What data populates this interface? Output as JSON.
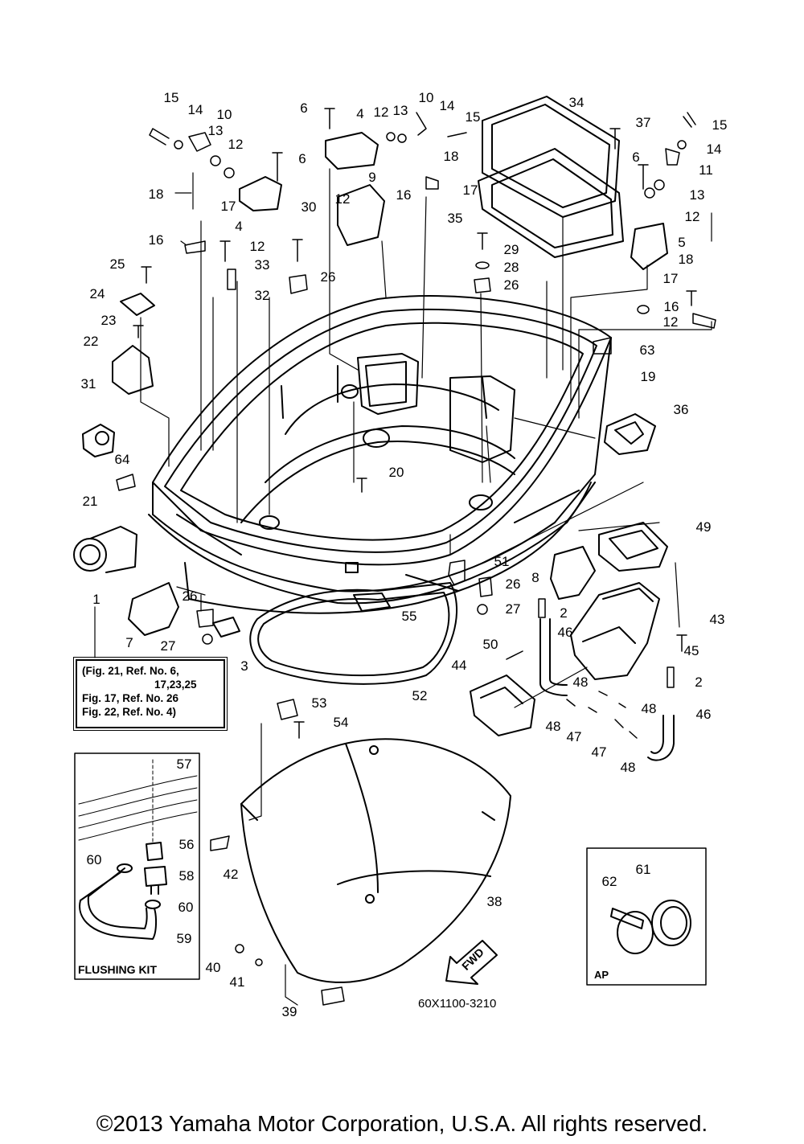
{
  "callouts": [
    {
      "id": "c15a",
      "text": "15"
    },
    {
      "id": "c14a",
      "text": "14"
    },
    {
      "id": "c10a",
      "text": "10"
    },
    {
      "id": "c13a",
      "text": "13"
    },
    {
      "id": "c12a",
      "text": "12"
    },
    {
      "id": "c6a",
      "text": "6"
    },
    {
      "id": "c18a",
      "text": "18"
    },
    {
      "id": "c17a",
      "text": "17"
    },
    {
      "id": "c4a",
      "text": "4"
    },
    {
      "id": "c12b",
      "text": "12"
    },
    {
      "id": "c16a",
      "text": "16"
    },
    {
      "id": "c33",
      "text": "33"
    },
    {
      "id": "c30",
      "text": "30"
    },
    {
      "id": "c25",
      "text": "25"
    },
    {
      "id": "c32",
      "text": "32"
    },
    {
      "id": "c26a",
      "text": "26"
    },
    {
      "id": "c24",
      "text": "24"
    },
    {
      "id": "c23",
      "text": "23"
    },
    {
      "id": "c22",
      "text": "22"
    },
    {
      "id": "c31",
      "text": "31"
    },
    {
      "id": "c64",
      "text": "64"
    },
    {
      "id": "c21",
      "text": "21"
    },
    {
      "id": "c6b",
      "text": "6"
    },
    {
      "id": "c4b",
      "text": "4"
    },
    {
      "id": "c12c",
      "text": "12"
    },
    {
      "id": "c13b",
      "text": "13"
    },
    {
      "id": "c10b",
      "text": "10"
    },
    {
      "id": "c14b",
      "text": "14"
    },
    {
      "id": "c15b",
      "text": "15"
    },
    {
      "id": "c18b",
      "text": "18"
    },
    {
      "id": "c9",
      "text": "9"
    },
    {
      "id": "c12d",
      "text": "12"
    },
    {
      "id": "c16b",
      "text": "16"
    },
    {
      "id": "c17b",
      "text": "17"
    },
    {
      "id": "c34",
      "text": "34"
    },
    {
      "id": "c35",
      "text": "35"
    },
    {
      "id": "c29",
      "text": "29"
    },
    {
      "id": "c28",
      "text": "28"
    },
    {
      "id": "c26b",
      "text": "26"
    },
    {
      "id": "c37",
      "text": "37"
    },
    {
      "id": "c15c",
      "text": "15"
    },
    {
      "id": "c14c",
      "text": "14"
    },
    {
      "id": "c6c",
      "text": "6"
    },
    {
      "id": "c11",
      "text": "11"
    },
    {
      "id": "c13c",
      "text": "13"
    },
    {
      "id": "c12e",
      "text": "12"
    },
    {
      "id": "c5",
      "text": "5"
    },
    {
      "id": "c18c",
      "text": "18"
    },
    {
      "id": "c17c",
      "text": "17"
    },
    {
      "id": "c16c",
      "text": "16"
    },
    {
      "id": "c12f",
      "text": "12"
    },
    {
      "id": "c63",
      "text": "63"
    },
    {
      "id": "c19",
      "text": "19"
    },
    {
      "id": "c36",
      "text": "36"
    },
    {
      "id": "c20",
      "text": "20"
    },
    {
      "id": "c49",
      "text": "49"
    },
    {
      "id": "c51",
      "text": "51"
    },
    {
      "id": "c8",
      "text": "8"
    },
    {
      "id": "c26c",
      "text": "26"
    },
    {
      "id": "c2a",
      "text": "2"
    },
    {
      "id": "c27a",
      "text": "27"
    },
    {
      "id": "c43",
      "text": "43"
    },
    {
      "id": "c1",
      "text": "1"
    },
    {
      "id": "c26d",
      "text": "26"
    },
    {
      "id": "c7",
      "text": "7"
    },
    {
      "id": "c27b",
      "text": "27"
    },
    {
      "id": "c3",
      "text": "3"
    },
    {
      "id": "c55",
      "text": "55"
    },
    {
      "id": "c46a",
      "text": "46"
    },
    {
      "id": "c45",
      "text": "45"
    },
    {
      "id": "c50",
      "text": "50"
    },
    {
      "id": "c44",
      "text": "44"
    },
    {
      "id": "c52",
      "text": "52"
    },
    {
      "id": "c48a",
      "text": "48"
    },
    {
      "id": "c2b",
      "text": "2"
    },
    {
      "id": "c48b",
      "text": "48"
    },
    {
      "id": "c46b",
      "text": "46"
    },
    {
      "id": "c48c",
      "text": "48"
    },
    {
      "id": "c47a",
      "text": "47"
    },
    {
      "id": "c47b",
      "text": "47"
    },
    {
      "id": "c48d",
      "text": "48"
    },
    {
      "id": "c53",
      "text": "53"
    },
    {
      "id": "c54",
      "text": "54"
    },
    {
      "id": "c57",
      "text": "57"
    },
    {
      "id": "c56",
      "text": "56"
    },
    {
      "id": "c60a",
      "text": "60"
    },
    {
      "id": "c58",
      "text": "58"
    },
    {
      "id": "c60b",
      "text": "60"
    },
    {
      "id": "c59",
      "text": "59"
    },
    {
      "id": "c42",
      "text": "42"
    },
    {
      "id": "c38",
      "text": "38"
    },
    {
      "id": "c40",
      "text": "40"
    },
    {
      "id": "c41",
      "text": "41"
    },
    {
      "id": "c39",
      "text": "39"
    },
    {
      "id": "c62",
      "text": "62"
    },
    {
      "id": "c61",
      "text": "61"
    }
  ],
  "note_lines": [
    "(Fig. 21, Ref. No. 6,",
    "17,23,25",
    "Fig. 17, Ref. No. 26",
    "Fig. 22, Ref. No. 4)"
  ],
  "flushing_kit_label": "FLUSHING KIT",
  "ap_label": "AP",
  "fwd_label": "FWD",
  "part_number": "60X1100-3210",
  "copyright": "©2013 Yamaha Motor Corporation, U.S.A. All rights reserved."
}
